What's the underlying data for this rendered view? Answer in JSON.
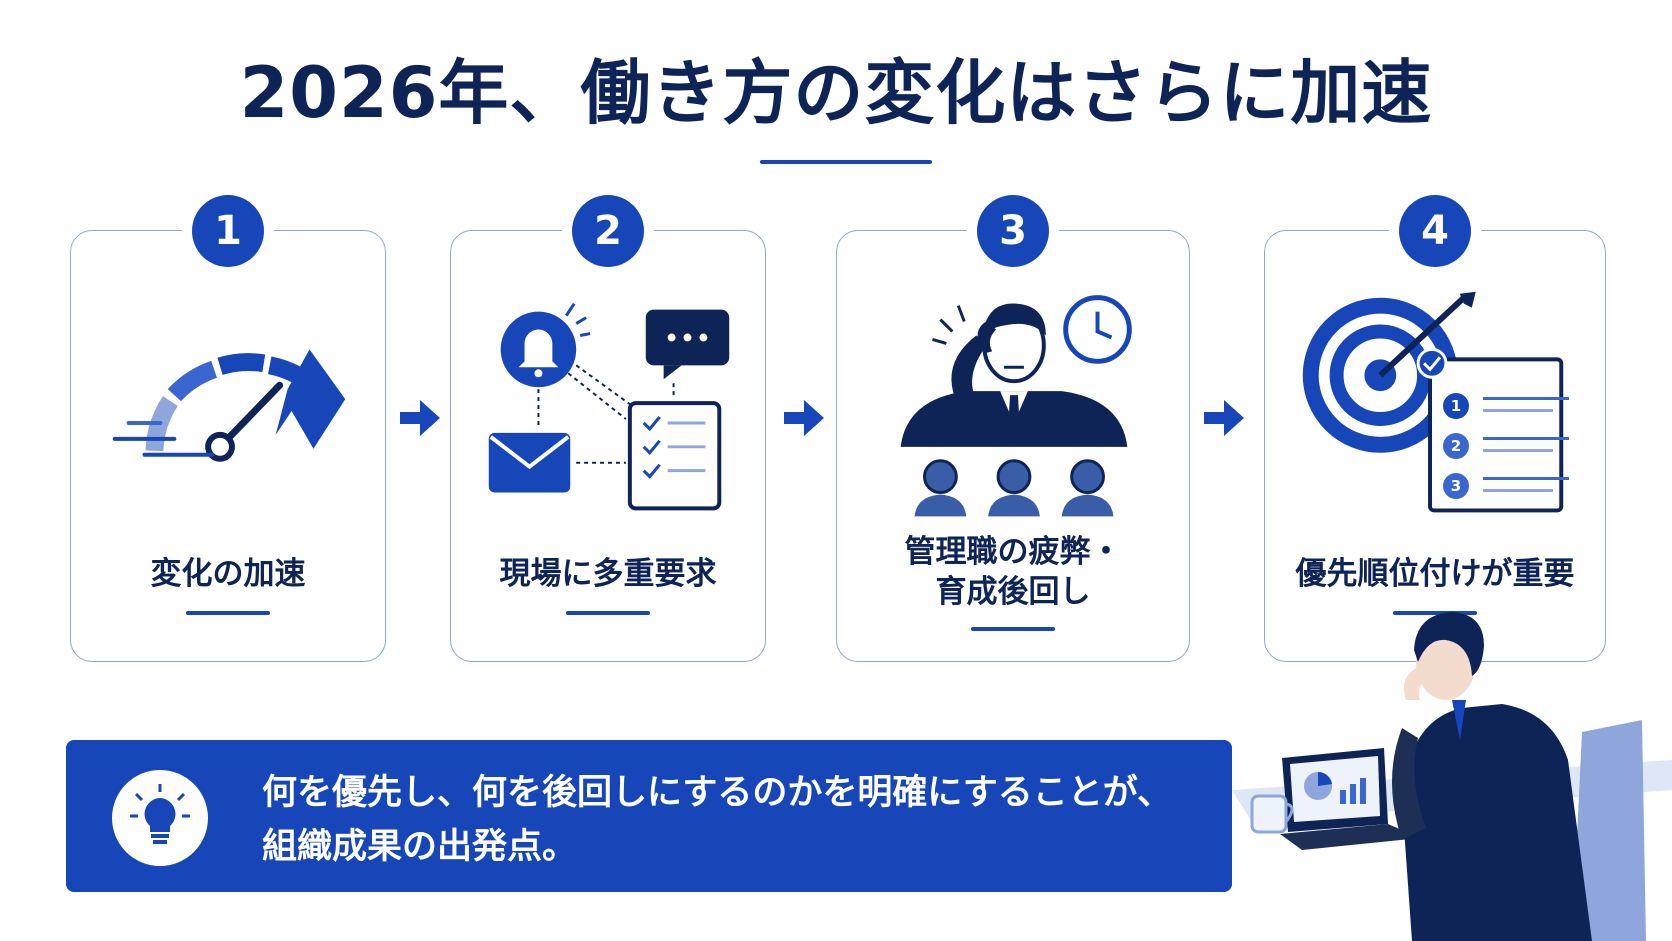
{
  "title": "2026年、働き方の変化はさらに加速",
  "steps": [
    {
      "number": "1",
      "label": "変化の加速",
      "icon": "speedometer-icon"
    },
    {
      "number": "2",
      "label": "現場に多重要求",
      "icon": "notifications-icon"
    },
    {
      "number": "3",
      "label_line1": "管理職の疲弊・",
      "label_line2": "育成後回し",
      "icon": "stressed-manager-icon"
    },
    {
      "number": "4",
      "label": "優先順位付けが重要",
      "icon": "target-checklist-icon"
    }
  ],
  "checklist_numbers": [
    "1",
    "2",
    "3"
  ],
  "banner": {
    "line1": "何を優先し、何を後回しにするのかを明確にすることが、",
    "line2": "組織成果の出発点。",
    "icon": "lightbulb-icon"
  },
  "colors": {
    "primary": "#1646b8",
    "navy": "#0f2456",
    "light": "#8fa6dc",
    "pale": "#dfe7f7"
  }
}
